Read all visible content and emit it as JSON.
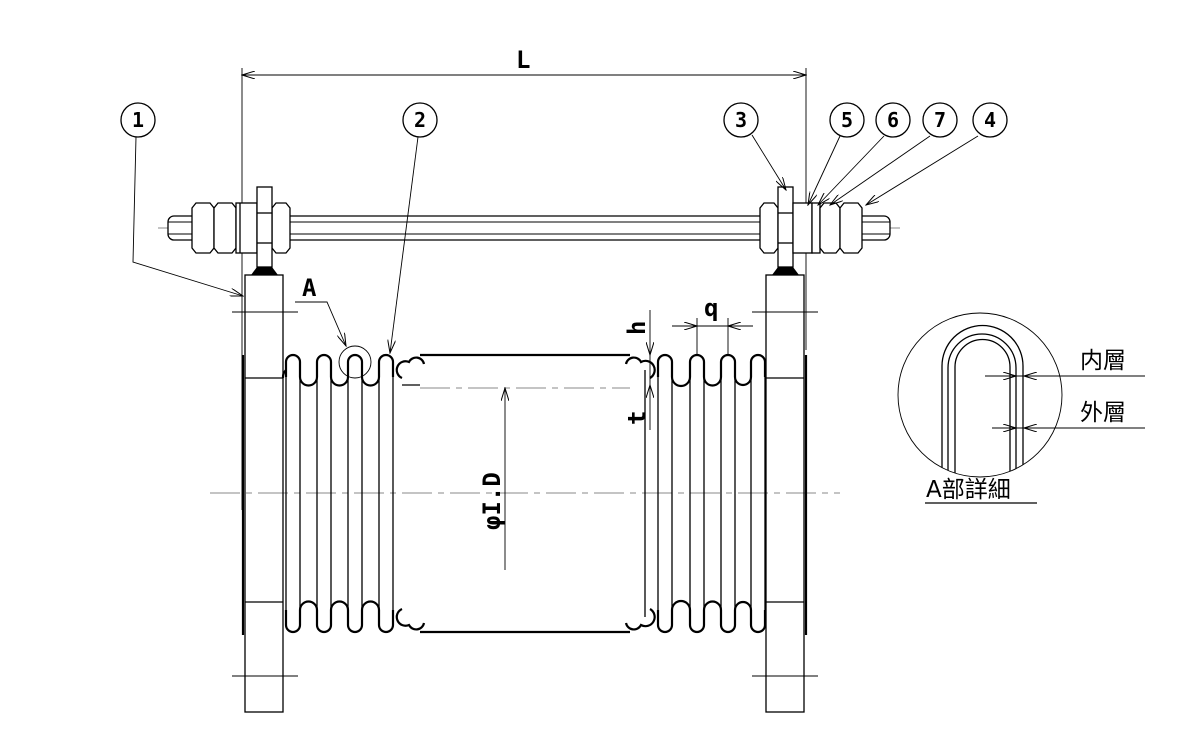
{
  "drawing": {
    "dimensions": {
      "length": "L",
      "height": "h",
      "pitch": "q",
      "thickness": "t",
      "inner_diameter": "φI.D"
    },
    "detail_marker": "A",
    "balloons": [
      "1",
      "2",
      "3",
      "5",
      "6",
      "7",
      "4"
    ],
    "detail": {
      "title": "A部詳細",
      "inner_layer": "内層",
      "outer_layer": "外層"
    }
  }
}
